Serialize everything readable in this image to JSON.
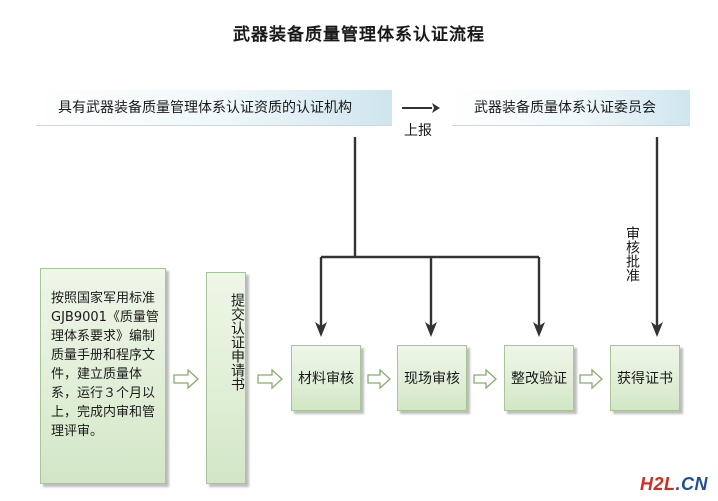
{
  "title": "武器装备质量管理体系认证流程",
  "top": {
    "org": "具有武器装备质量管理体系认证资质的认证机构",
    "committee": "武器装备质量体系认证委员会",
    "report_label": "上报",
    "approve_label": "审核批准"
  },
  "flow": {
    "prep": "按照国家军用标准GJB9001《质量管理体系要求》编制质量手册和程序文件，建立质量体系，运行３个月以上，完成内审和管理评审。",
    "submit": "提交认证申请书",
    "steps": [
      "材料审核",
      "现场审核",
      "整改验证",
      "获得证书"
    ]
  },
  "watermark": {
    "part1": "H2L",
    "part2": ".CN"
  },
  "colors": {
    "box_fill": "#dfeed5",
    "box_border": "#a8c597",
    "top_gradient_end": "#cfe5ee",
    "line": "#333333",
    "hollow_arrow": "#8aaa74",
    "watermark_red": "#d62a1e",
    "watermark_blue": "#1f4e9a"
  }
}
